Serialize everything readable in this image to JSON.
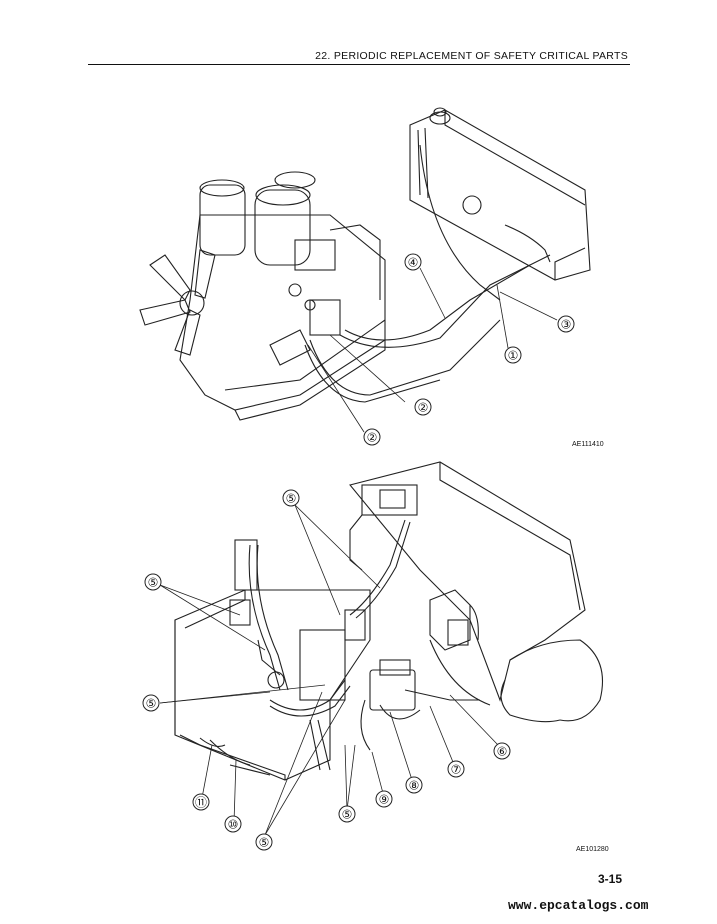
{
  "header": {
    "title": "22. PERIODIC REPLACEMENT OF SAFETY CRITICAL PARTS"
  },
  "figure_top": {
    "code": "AE111410",
    "callouts": [
      "①",
      "②",
      "②",
      "③",
      "④"
    ]
  },
  "figure_bottom": {
    "code": "AE101280",
    "callouts": [
      "⑤",
      "⑤",
      "⑤",
      "⑤",
      "⑤",
      "⑥",
      "⑦",
      "⑧",
      "⑨",
      "⑩",
      "⑪"
    ]
  },
  "footer": {
    "page_number": "3-15",
    "watermark": "www.epcatalogs.com"
  }
}
